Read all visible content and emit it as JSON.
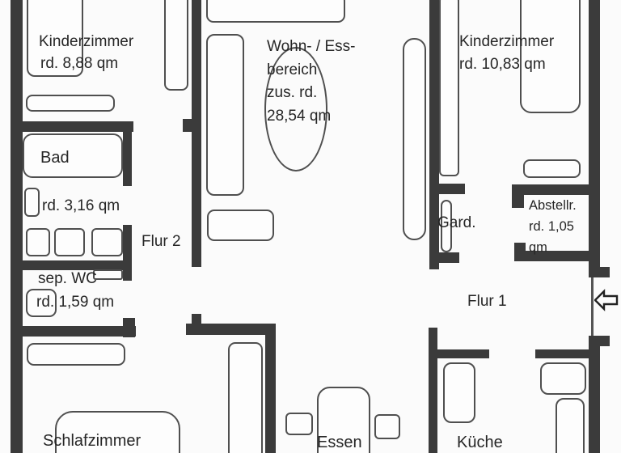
{
  "document": {
    "kind": "apartment floor plan (scanned drawing)",
    "colors": {
      "wall": "#3b3b3b",
      "furniture_outline": "#4f4f4f",
      "text": "#262626",
      "background": "#fbfbfb"
    }
  },
  "rooms": {
    "kinderzimmer1": {
      "name": "Kinderzimmer",
      "area": "rd. 8,88 qm"
    },
    "wohnbereich": {
      "line1": "Wohn- / Ess-",
      "line2": "bereich",
      "line3": "zus. rd.",
      "line4": "28,54 qm"
    },
    "kinderzimmer2": {
      "name": "Kinderzimmer",
      "area": "rd. 10,83 qm"
    },
    "bad": {
      "name": "Bad",
      "area": "rd. 3,16 qm"
    },
    "flur2": {
      "name": "Flur 2"
    },
    "wc": {
      "name": "sep. WC",
      "area": "rd. 1,59 qm"
    },
    "gard": {
      "name": "Gard."
    },
    "abstellraum": {
      "line1": "Abstellr.",
      "line2": "rd. 1,05",
      "line3": "qm"
    },
    "flur1": {
      "name": "Flur 1"
    },
    "schlafzimmer": {
      "name": "Schlafzimmer"
    },
    "essen": {
      "name": "Essen"
    },
    "kueche": {
      "name": "Küche"
    }
  },
  "icons": {
    "entrance_arrow": "arrow-left entrance direction marker"
  }
}
